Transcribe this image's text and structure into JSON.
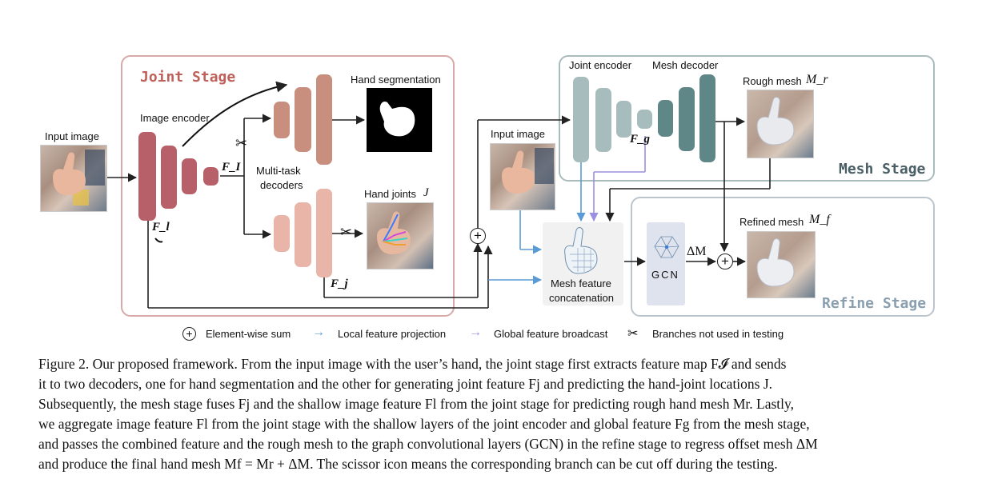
{
  "stages": {
    "joint": "Joint Stage",
    "mesh": "Mesh Stage",
    "refine": "Refine Stage"
  },
  "labels": {
    "input_image_left": "Input image",
    "image_encoder": "Image encoder",
    "multitask_line1": "Multi-task",
    "multitask_line2": "decoders",
    "hand_segmentation": "Hand segmentation",
    "hand_joints": "Hand joints",
    "hand_joints_sym": "J",
    "input_image_mid": "Input image",
    "joint_encoder": "Joint encoder",
    "mesh_decoder": "Mesh decoder",
    "rough_mesh": "Rough mesh",
    "rough_mesh_sym": "M_r",
    "refined_mesh": "Refined mesh",
    "refined_mesh_sym": "M_f",
    "mesh_feature_line1": "Mesh feature",
    "mesh_feature_line2": "concatenation",
    "gcn": "GCN",
    "delta_m": "ΔM",
    "f_i": "F_I",
    "f_l": "F_l",
    "f_j": "F_j",
    "f_g": "F_g"
  },
  "legend": {
    "element_wise_sum": "Element-wise sum",
    "local_projection": "Local feature projection",
    "global_broadcast": "Global feature broadcast",
    "branches_not_used": "Branches not used in testing"
  },
  "colors": {
    "joint_panel": "#d9a9a9",
    "mesh_panel": "#a9bcbc",
    "refine_panel": "#bcc4cc",
    "encoder": "#b8606a",
    "seg_decoder": "#c98f7e",
    "joint_decoder": "#e8b5a8",
    "mesh_blocks": "#5f8787",
    "joint_encoder_blocks": "#a7bcbc",
    "local_arrow": "#5a9bd5",
    "global_arrow": "#9a8fe0",
    "gcn_box": "#dfe3ee",
    "stage_title_joint": "#c0605a",
    "stage_title_other": "#4a5e66"
  },
  "caption": {
    "lines": [
      "Figure 2. Our proposed framework. From the input image with the user’s hand, the joint stage first extracts feature map F𝓘 and sends",
      "it to two decoders, one for hand segmentation and the other for generating joint feature Fj and predicting the hand-joint locations J.",
      "Subsequently, the mesh stage fuses Fj and the shallow image feature Fl from the joint stage for predicting rough hand mesh Mr. Lastly,",
      "we aggregate image feature Fl from the joint stage with the shallow layers of the joint encoder and global feature Fg from the mesh stage,",
      "and passes the combined feature and the rough mesh to the graph convolutional layers (GCN) in the refine stage to regress offset mesh ΔM",
      "and produce the final hand mesh Mf = Mr + ΔM. The scissor icon means the corresponding branch can be cut off during the testing."
    ]
  }
}
